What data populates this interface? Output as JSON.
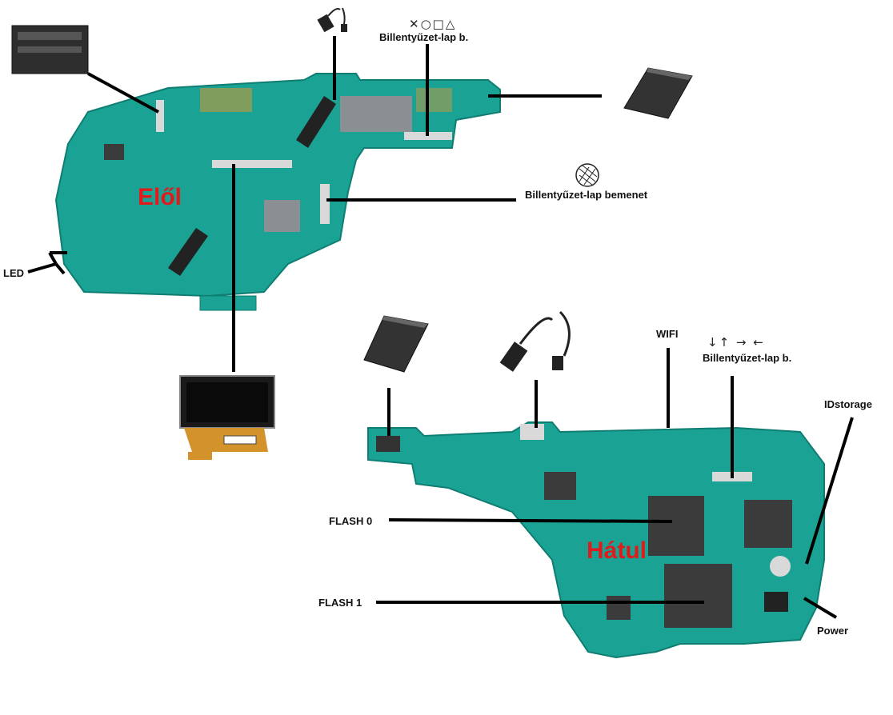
{
  "colors": {
    "pcb": "#1aa394",
    "pcb_dark": "#0f7d72",
    "accent_red": "#e01b1b",
    "leader": "#000000",
    "chip": "#3b3b3b",
    "connector": "#d9d9d9",
    "gold": "#c79a3b"
  },
  "labels": {
    "front_title": "Elől",
    "back_title": "Hátul",
    "keypad_b_top": "Billentyűzet-lap b.",
    "keypad_input": "Billentyűzet-lap bemenet",
    "led": "LED",
    "wifi": "WIFI",
    "keypad_b_back": "Billentyűzet-lap b.",
    "idstorage": "IDstorage",
    "flash0": "FLASH 0",
    "flash1": "FLASH 1",
    "power": "Power"
  },
  "symbols": {
    "face_buttons": "✕○□△",
    "arrows": "↓↑ → ←",
    "analog_icon": "analog-stick-icon"
  },
  "icons": {
    "memory_stick": "memory-stick-icon",
    "usb_cable": "usb-cable-icon",
    "battery": "battery-icon",
    "lcd_screen": "lcd-screen-icon"
  }
}
